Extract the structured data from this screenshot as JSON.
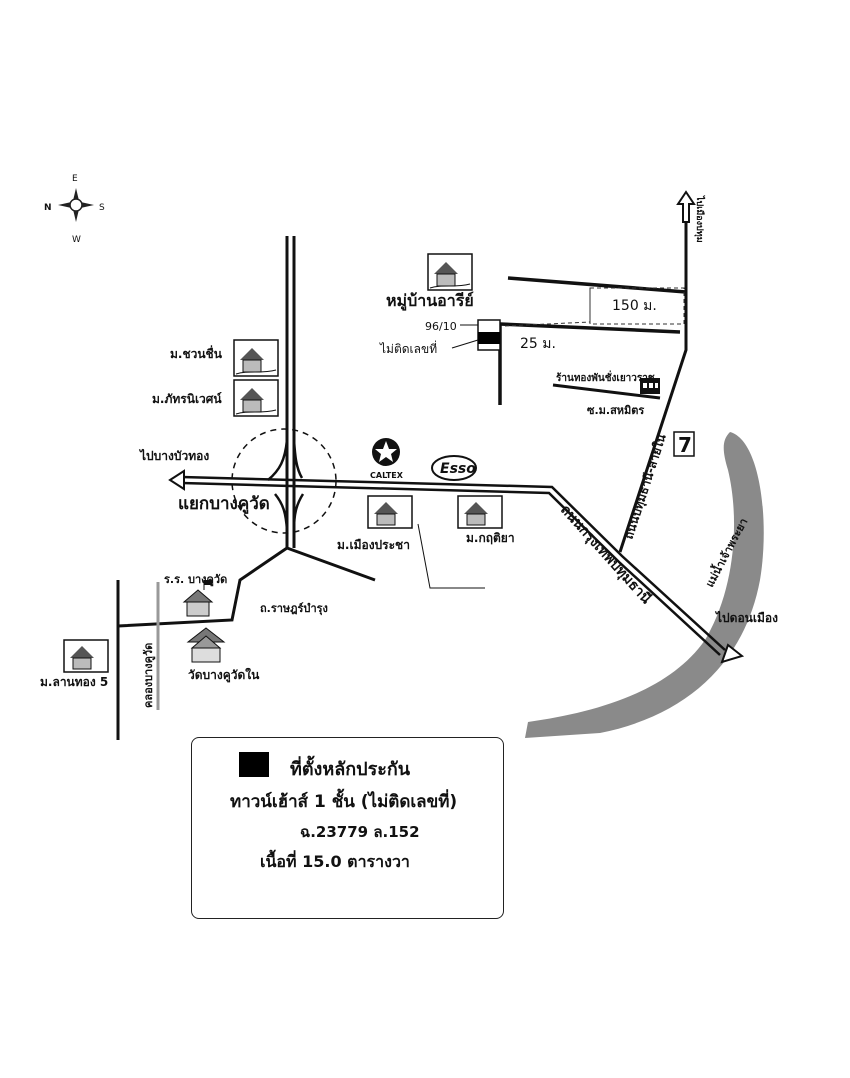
{
  "compass": {
    "n": "N",
    "e": "E",
    "s": "S",
    "w": "W"
  },
  "labels": {
    "village_aree": "หมู่บ้านอารีย์",
    "house_no": "96/10",
    "no_number": "ไม่ติดเลขที่",
    "dist_150": "150 ม.",
    "dist_25": "25 ม.",
    "chuan_chuen": "ม.ชวนชื่น",
    "phattharanivet": "ม.ภัทรนิเวศน์",
    "to_bang_bua_thong": "ไปบางบัวทอง",
    "bang_khu_wat_junction": "แยกบางคูวัด",
    "caltex": "CALTEX",
    "esso": "Esso",
    "mueang_pracha": "ม.เมืองประชา",
    "kritiya": "ม.กฤติยา",
    "gold_shop": "ร้านทองพันชั่งเยาวราช",
    "soi_sahamit": "ซ.ม.สหมิตร",
    "pathum_sai_nai_rd": "ถนนปทุมธานี-สายใน",
    "krungthep_pathum_rd": "ถนนกรุงเทพปทุมธานี",
    "to_pathum_city": "ไปเมืองปทุม",
    "chao_phraya_river": "แม่น้ำเจ้าพระยา",
    "to_don_mueang": "ไปดอนเมือง",
    "school": "ร.ร. บางคูวัด",
    "ratsadorn_rd": "ถ.ราษฎร์บำรุง",
    "temple": "วัดบางคูวัดใน",
    "lan_thong_5": "ม.ลานทอง 5",
    "canal": "คลองบางคูวัด",
    "seven_eleven": "7"
  },
  "legend": {
    "line1": "ที่ตั้งหลักประกัน",
    "line2": "ทาวน์เฮ้าส์ 1 ชั้น  (ไม่ติดเลขที่)",
    "line3": "ฉ.23779  ล.152",
    "line4": "เนื้อที่ 15.0 ตารางวา"
  },
  "colors": {
    "river": "#8a8a8a",
    "road": "#111111",
    "canal": "#999999"
  }
}
